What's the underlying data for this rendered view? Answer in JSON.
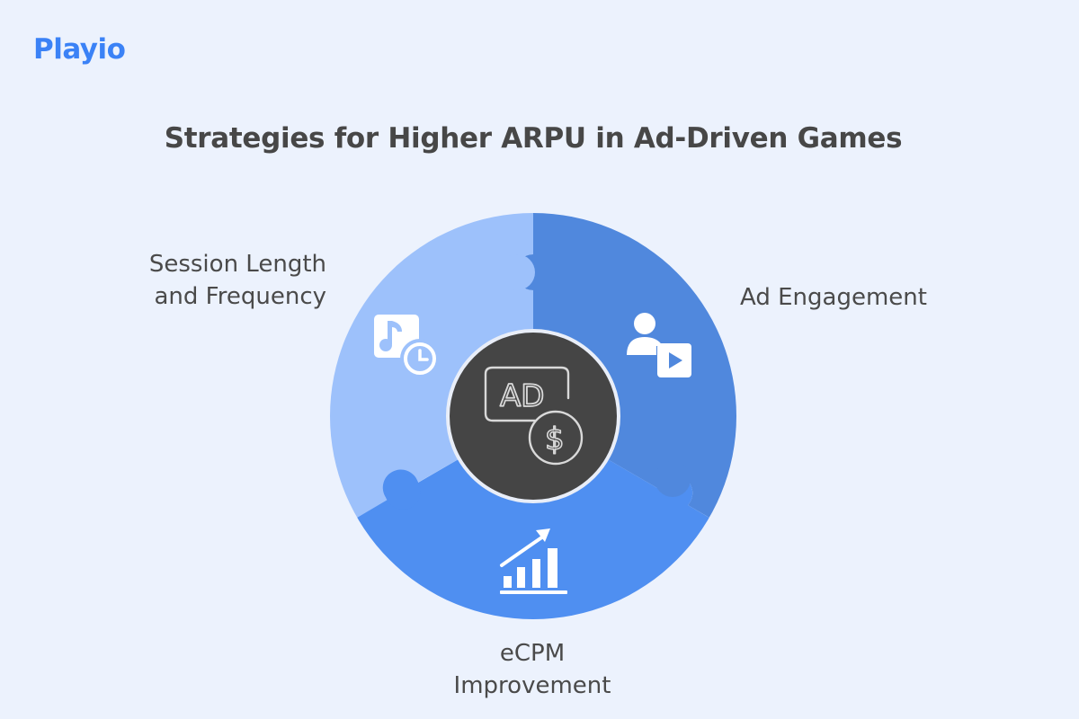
{
  "brand": {
    "logo_text": "Playio",
    "accent": "#3b82f6"
  },
  "title": "Strategies for Higher ARPU in Ad-Driven Games",
  "center": {
    "icon": "ad-dollar-icon",
    "ad_text": "AD",
    "currency_symbol": "$",
    "color": "#454545"
  },
  "segments": [
    {
      "id": "session",
      "label_lines": [
        "Session Length",
        "and Frequency"
      ],
      "icon": "music-clock-icon",
      "color": "#9dc1fb"
    },
    {
      "id": "engagement",
      "label_lines": [
        "Ad Engagement"
      ],
      "icon": "user-play-icon",
      "color": "#5088dd"
    },
    {
      "id": "ecpm",
      "label_lines": [
        "eCPM",
        "Improvement"
      ],
      "icon": "growth-chart-icon",
      "color": "#4f8ff1"
    }
  ]
}
